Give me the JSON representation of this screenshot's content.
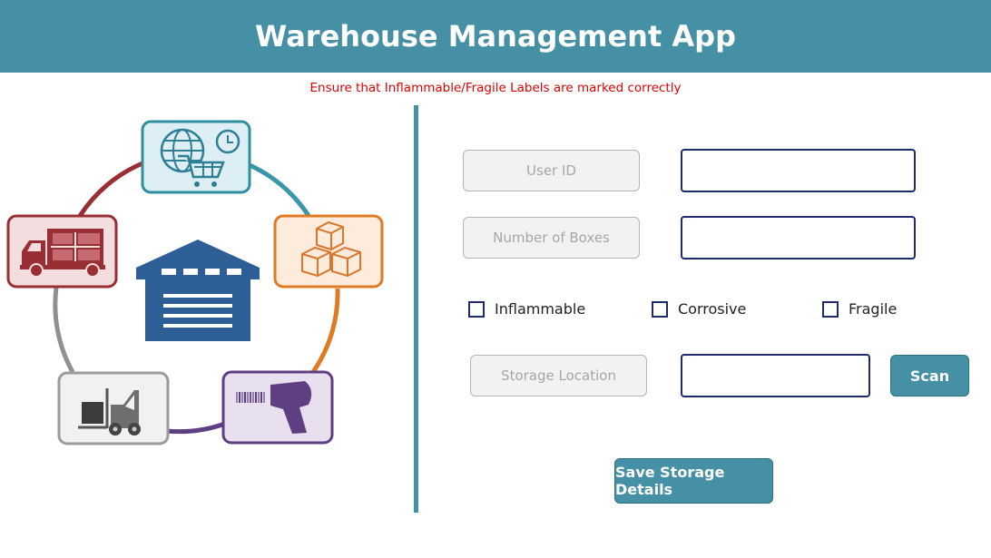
{
  "header": {
    "title": "Warehouse Management App",
    "bg_color": "#4590A4"
  },
  "notice": {
    "text": "Ensure that Inflammable/Fragile Labels are marked correctly",
    "color": "#E00000"
  },
  "form": {
    "user_id": {
      "label": "User ID",
      "value": ""
    },
    "number_of_boxes": {
      "label": "Number of Boxes",
      "value": ""
    },
    "checkboxes": [
      {
        "label": "Inflammable",
        "checked": false
      },
      {
        "label": "Corrosive",
        "checked": false
      },
      {
        "label": "Fragile",
        "checked": false
      }
    ],
    "storage_location": {
      "label": "Storage Location",
      "value": ""
    },
    "scan_label": "Scan",
    "save_label": "Save Storage Details"
  },
  "illustration": {
    "icons": [
      "globe-cart-clock-icon",
      "boxes-icon",
      "barcode-scanner-icon",
      "forklift-icon",
      "delivery-truck-icon",
      "warehouse-icon"
    ]
  }
}
